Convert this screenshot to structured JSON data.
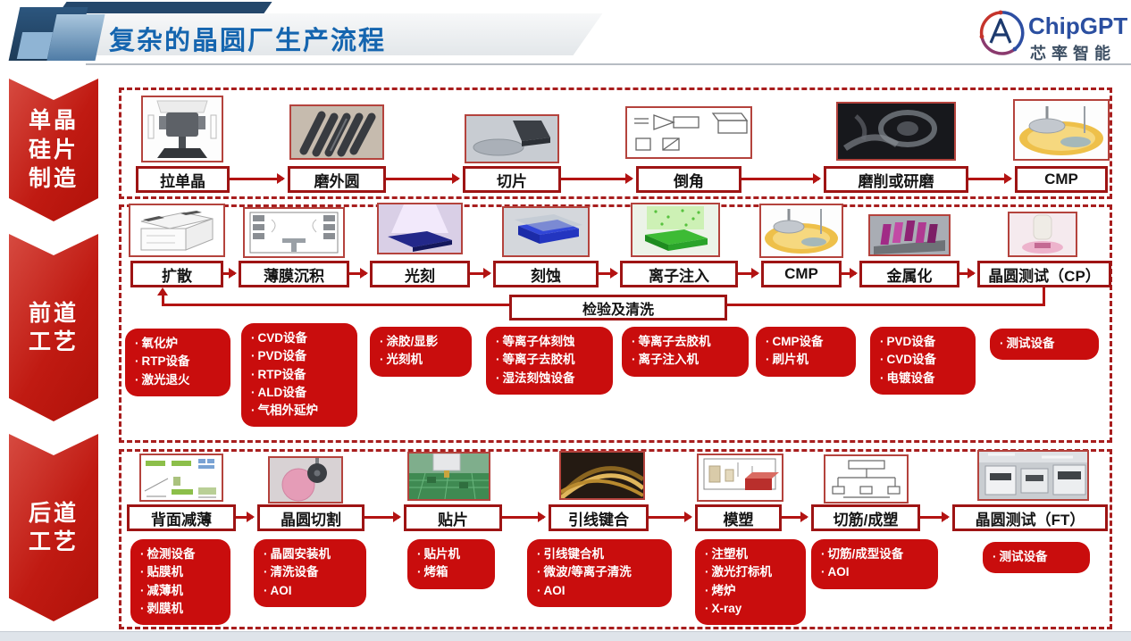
{
  "header": {
    "title": "复杂的晶圆厂生产流程",
    "logo": {
      "brand": "ChipGPT",
      "tagline": "芯率智能",
      "monogram": "A"
    }
  },
  "stages": [
    {
      "lines": [
        "单晶",
        "硅片",
        "制造"
      ]
    },
    {
      "lines": [
        "前道",
        "工艺"
      ]
    },
    {
      "lines": [
        "后道",
        "工艺"
      ]
    }
  ],
  "wafer_mfg": {
    "steps": [
      {
        "label": "拉单晶",
        "image": "crystal-puller"
      },
      {
        "label": "磨外圆",
        "image": "ingot-grinding"
      },
      {
        "label": "切片",
        "image": "wafer-slicing"
      },
      {
        "label": "倒角",
        "image": "edge-chamfer-diagram"
      },
      {
        "label": "磨削或研磨",
        "image": "lapping-machine"
      },
      {
        "label": "CMP",
        "image": "cmp-polisher"
      }
    ]
  },
  "front_end": {
    "steps": [
      {
        "label": "扩散",
        "image": "diffusion-diagram"
      },
      {
        "label": "薄膜沉积",
        "image": "deposition-diagram"
      },
      {
        "label": "光刻",
        "image": "lithography"
      },
      {
        "label": "刻蚀",
        "image": "etching"
      },
      {
        "label": "离子注入",
        "image": "ion-implant"
      },
      {
        "label": "CMP",
        "image": "cmp-polisher"
      },
      {
        "label": "金属化",
        "image": "metallization"
      },
      {
        "label": "晶圆测试（CP）",
        "image": "cp-probe"
      }
    ],
    "inspection": "检验及清洗",
    "equipment": [
      {
        "items": [
          "氧化炉",
          "RTP设备",
          "激光退火"
        ]
      },
      {
        "items": [
          "CVD设备",
          "PVD设备",
          "RTP设备",
          "ALD设备",
          "气相外延炉"
        ]
      },
      {
        "items": [
          "涂胶/显影",
          "光刻机"
        ]
      },
      {
        "items": [
          "等离子体刻蚀",
          "等离子去胶机",
          "湿法刻蚀设备"
        ]
      },
      {
        "items": [
          "等离子去胶机",
          "离子注入机"
        ]
      },
      {
        "items": [
          "CMP设备",
          "刷片机"
        ]
      },
      {
        "items": [
          "PVD设备",
          "CVD设备",
          "电镀设备"
        ]
      },
      {
        "items": [
          "测试设备"
        ]
      }
    ]
  },
  "back_end": {
    "steps": [
      {
        "label": "背面减薄",
        "image": "backgrind-diagram"
      },
      {
        "label": "晶圆切割",
        "image": "wafer-dicing"
      },
      {
        "label": "贴片",
        "image": "die-attach"
      },
      {
        "label": "引线键合",
        "image": "wire-bonding"
      },
      {
        "label": "模塑",
        "image": "molding-diagram"
      },
      {
        "label": "切筋/成塑",
        "image": "trim-form-diagram"
      },
      {
        "label": "晶圆测试（FT）",
        "image": "ft-test-floor"
      }
    ],
    "equipment": [
      {
        "items": [
          "检测设备",
          "贴膜机",
          "减薄机",
          "剥膜机"
        ]
      },
      {
        "items": [
          "晶圆安装机",
          "清洗设备",
          "AOI"
        ]
      },
      {
        "items": [
          "贴片机",
          "烤箱"
        ]
      },
      {
        "items": [
          "引线键合机",
          "微波/等离子清洗",
          "AOI"
        ]
      },
      {
        "items": [
          "注塑机",
          "激光打标机",
          "烤炉",
          "X-ray"
        ]
      },
      {
        "items": [
          "切筋/成型设备",
          "AOI"
        ]
      },
      {
        "items": [
          "测试设备"
        ]
      }
    ]
  },
  "colors": {
    "equipment_red": "#c90d0d",
    "box_border_red": "#9e1414",
    "dashed_red": "#a81e1e",
    "arrow_red": "#b31312",
    "chevron_red": "#c01a12",
    "title_blue": "#1565af",
    "brand_blue": "#2b4fa0"
  }
}
